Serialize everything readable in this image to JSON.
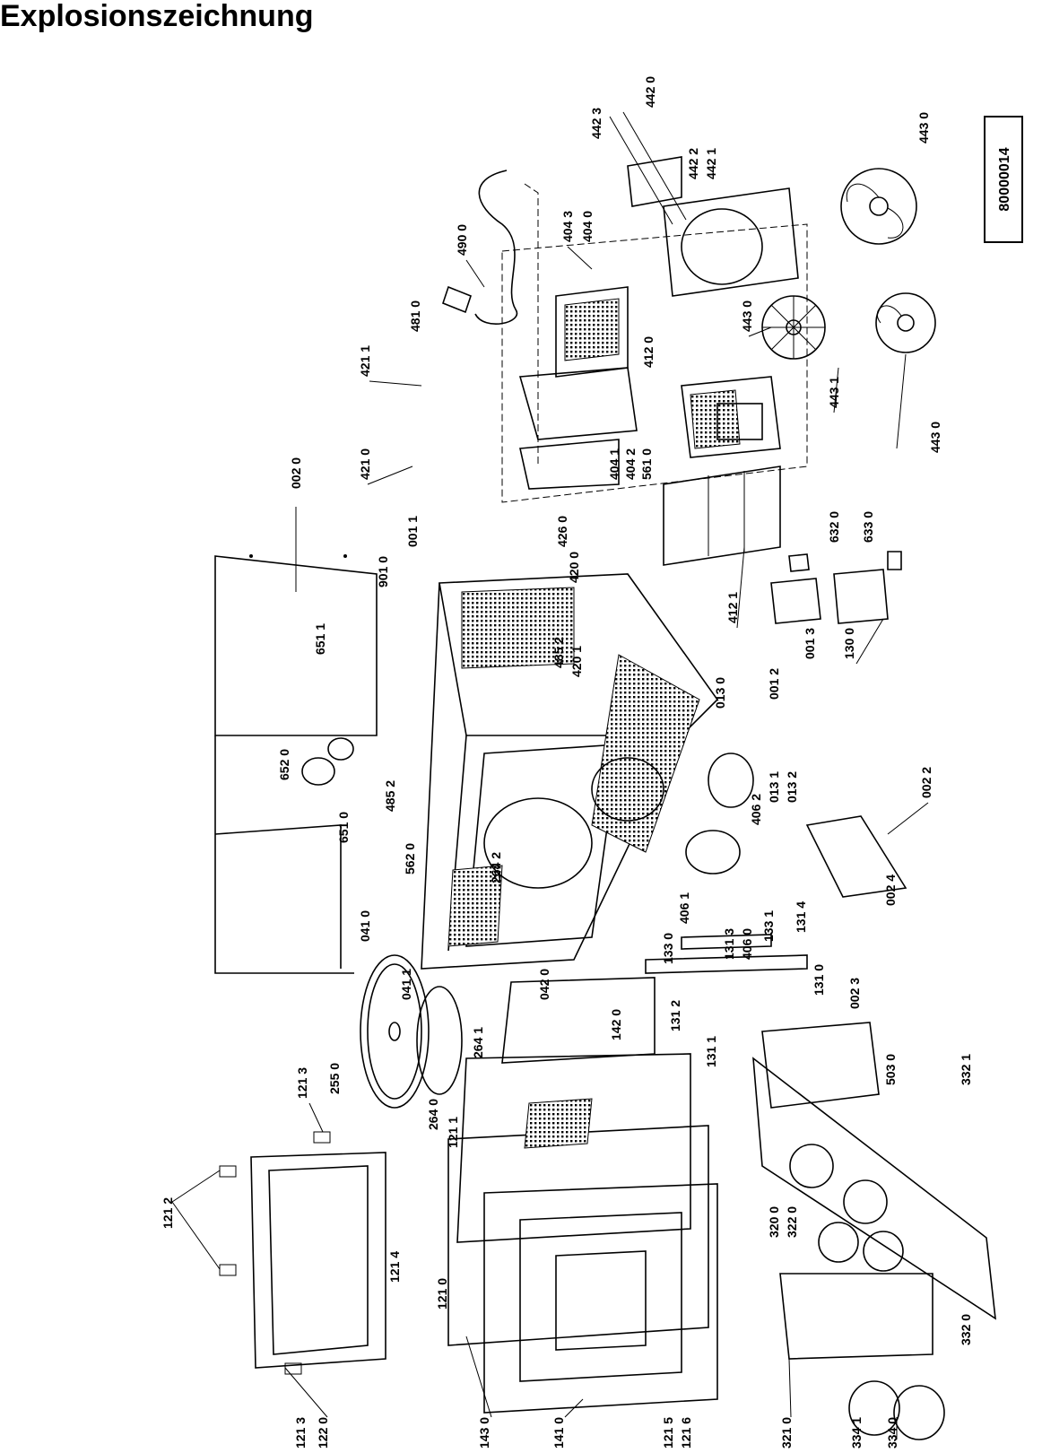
{
  "title": "Explosionszeichnung",
  "drawing_number": "80000014",
  "part_labels": [
    "442 3",
    "442 0",
    "442 2",
    "442 1",
    "443 0",
    "404 3",
    "404 0",
    "490 0",
    "481 0",
    "443 0",
    "412 0",
    "421 1",
    "443 1",
    "443 0",
    "421 0",
    "404 1",
    "404 2",
    "561 0",
    "002 0",
    "001 1",
    "426 0",
    "901 0",
    "632 0",
    "633 0",
    "420 0",
    "412 1",
    "651 1",
    "485 2",
    "420 1",
    "001 2",
    "001 3",
    "130 0",
    "013 0",
    "652 0",
    "013 1",
    "013 2",
    "651 0",
    "485 2",
    "406 2",
    "002 2",
    "562 0",
    "264 2",
    "041 0",
    "406 1",
    "133 0",
    "131 3",
    "406 0",
    "133 1",
    "131 4",
    "002 4",
    "041 1",
    "042 0",
    "131 0",
    "002 3",
    "255 0",
    "264 1",
    "142 0",
    "131 2",
    "131 1",
    "121 3",
    "264 0",
    "503 0",
    "332 1",
    "121 2",
    "121 1",
    "121 4",
    "121 0",
    "320 0",
    "322 0",
    "121 3",
    "122 0",
    "143 0",
    "141 0",
    "121 5",
    "121 6",
    "321 0",
    "334 1",
    "334 0",
    "332 0"
  ]
}
